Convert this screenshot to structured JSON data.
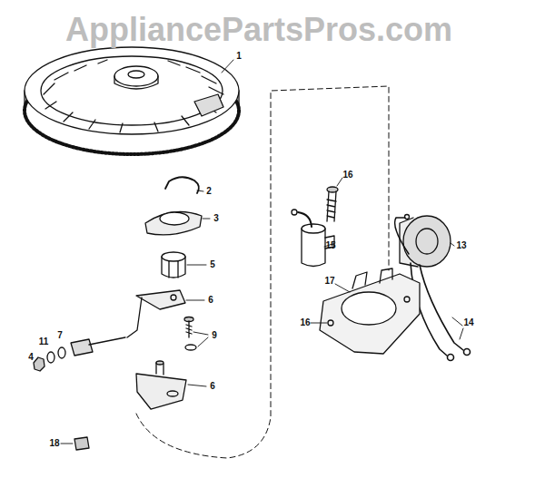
{
  "diagram": {
    "labels": [
      "AppliancePartsPros.com",
      "1",
      "16",
      "2",
      "3",
      "15",
      "13",
      "5",
      "17",
      "6",
      "16",
      "14",
      "11",
      "7",
      "4",
      "9",
      "6",
      "18"
    ]
  }
}
